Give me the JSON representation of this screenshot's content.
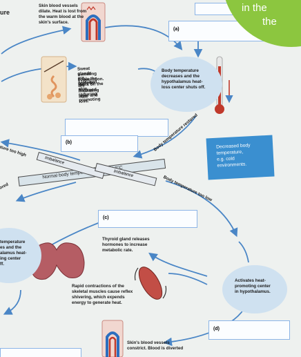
{
  "title_fragment": "ure",
  "corner_note": {
    "line1": "in the",
    "line2": "the",
    "color": "#8cc63f"
  },
  "texts": {
    "skin_vessels_dilate": [
      "Skin blood vessels",
      "dilate. Heat is lost from",
      "the warm blood at the",
      "skin's surface."
    ],
    "sweat_glands": [
      "Sweat glands are activated.",
      "Sweating cools the body by",
      "evaporation. Hairs on the skin",
      "are flattened, reducing",
      "insulating layer and promoting",
      "heat loss."
    ],
    "body_temp_decreases": [
      "Body temperature",
      "decreases and the",
      "hypothalamus heat-",
      "loss center shuts off."
    ],
    "decreased_env": [
      "Decreased body",
      "temperature,",
      "e.g. cold",
      "environments."
    ],
    "normal_temp": "Normal body temperature, 35.6-37.8°C",
    "imbalance_top": "Imbalance",
    "imbalance_bottom": "Imbalance",
    "temp_too_high": "Body temperature too high",
    "temp_restored_top": "Body temperature restored",
    "temp_too_low": "Body temperature too low",
    "temp_restored_left": "Body temperature restored",
    "left_fragment": [
      "temperature",
      "es and the",
      "alamus heat-",
      "ing center",
      "ff."
    ],
    "thyroid": [
      "Thyroid gland releases",
      "hormones to increase",
      "metabolic rate."
    ],
    "shivering": [
      "Rapid contractions of the",
      "skeletal muscles cause reflex",
      "shivering, which expends",
      "energy to generate heat."
    ],
    "activates_heat": [
      "Activates heat-",
      "promoting center",
      "in hypothalamus."
    ],
    "skin_vessels_constrict": [
      "Skin's blood vessels",
      "constrict. Blood is diverted"
    ]
  },
  "box_labels": {
    "a": "(a)",
    "b": "(b)",
    "c": "(c)",
    "d": "(d)"
  },
  "colors": {
    "arrow": "#4a86c6",
    "box_border": "#8bb4e6",
    "blue_box": "#3a8fd0",
    "blob": "#cfe1f0"
  }
}
